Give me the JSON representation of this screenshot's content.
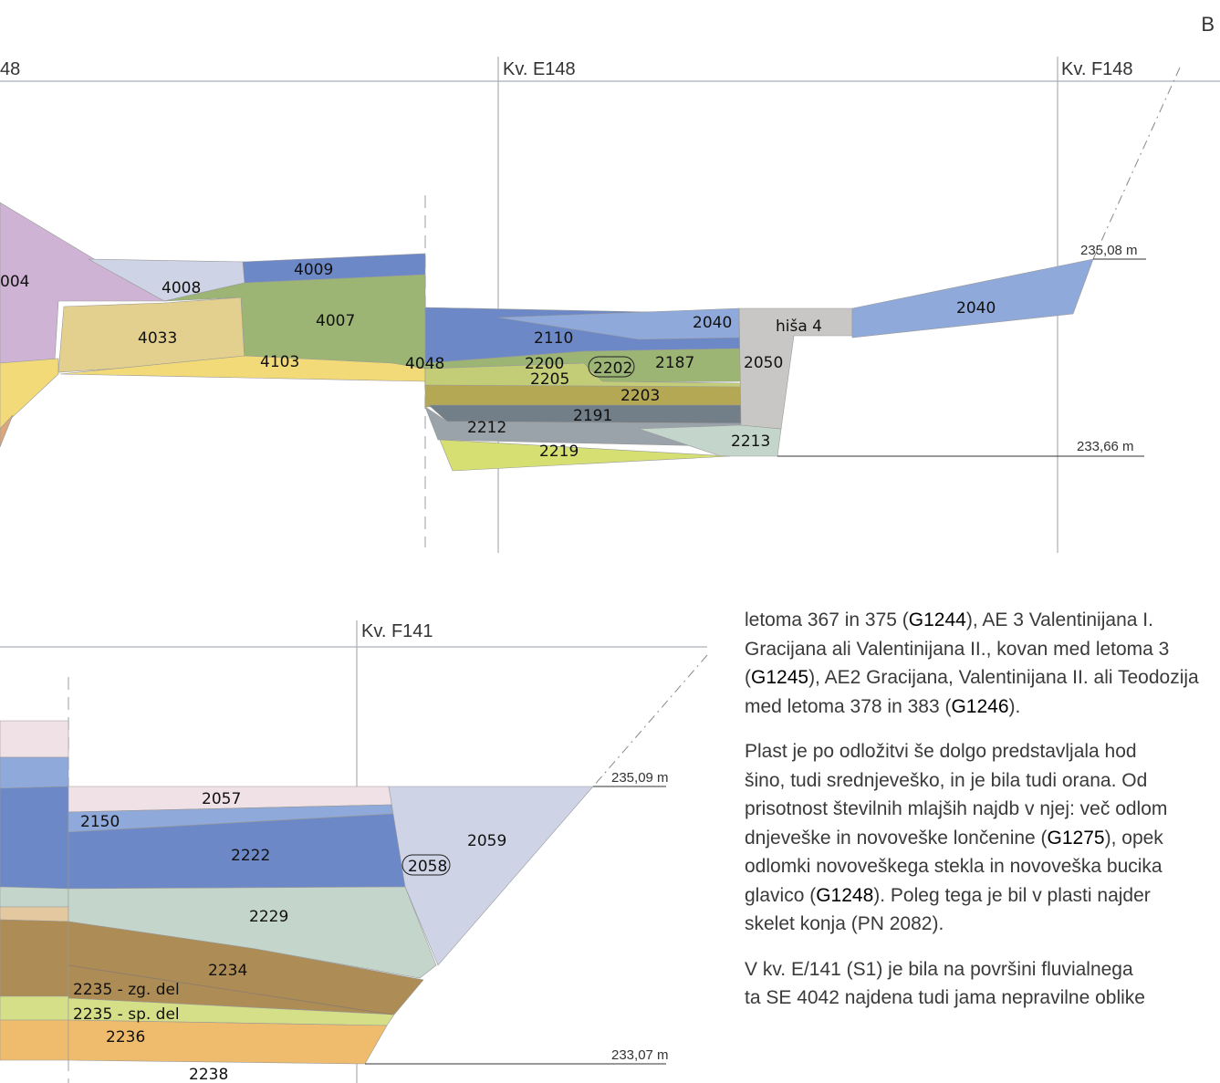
{
  "corner_letter": "B",
  "top_profile": {
    "grid_labels": [
      "48",
      "Kv. E148",
      "Kv. F148"
    ],
    "elevations": [
      "235,08 m",
      "233,66 m"
    ],
    "layers": [
      {
        "id": "004",
        "color": "#cfb3d4"
      },
      {
        "id": "4008",
        "color": "#cfd3e6"
      },
      {
        "id": "4009",
        "color": "#6d88c6"
      },
      {
        "id": "4007",
        "color": "#9cb574"
      },
      {
        "id": "4033",
        "color": "#e3d08e"
      },
      {
        "id": "4103",
        "color": "#f3da78"
      },
      {
        "id": "4048",
        "color": "#9cb574"
      },
      {
        "id": "2110",
        "color": "#6d88c6"
      },
      {
        "id": "2040",
        "color": "#8ea9da"
      },
      {
        "id": "hiša 4",
        "color": "#c8c7c5"
      },
      {
        "id": "2050",
        "color": "#c8c7c5"
      },
      {
        "id": "2200",
        "color": "#c3cc77"
      },
      {
        "id": "2205",
        "color": "#c3cc77"
      },
      {
        "id": "2202",
        "color": "#9cb574"
      },
      {
        "id": "2187",
        "color": "#9cb574"
      },
      {
        "id": "2203",
        "color": "#b5a855"
      },
      {
        "id": "2191",
        "color": "#727f89"
      },
      {
        "id": "2212",
        "color": "#9aa3aa"
      },
      {
        "id": "2213",
        "color": "#c4d6cc"
      },
      {
        "id": "2219",
        "color": "#d5df72"
      }
    ]
  },
  "bottom_profile": {
    "grid_labels": [
      "Kv. F141"
    ],
    "elevations": [
      "235,09 m",
      "233,07 m"
    ],
    "layers": [
      {
        "id": "2057",
        "color": "#efe1e6"
      },
      {
        "id": "2150",
        "color": "#8ea9da"
      },
      {
        "id": "2222",
        "color": "#6d88c6"
      },
      {
        "id": "2058",
        "color": "#cfd3e6"
      },
      {
        "id": "2059",
        "color": "#cfd3e6"
      },
      {
        "id": "2229",
        "color": "#c4d6cc"
      },
      {
        "id": "2234",
        "color": "#ad8c55"
      },
      {
        "id": "2235 - zg. del",
        "color": "#ad8c55"
      },
      {
        "id": "2235 - sp. del",
        "color": "#d5df88"
      },
      {
        "id": "2236",
        "color": "#eebc6c"
      },
      {
        "id": "2238",
        "color": "#eebc6c"
      }
    ]
  },
  "text": {
    "paragraphs": [
      [
        "letoma 367 in 375 (",
        "G1244",
        "), AE 3 Valentinijana I."
      ],
      [
        "Gracijana ali Valentinijana II., kovan med letoma 3"
      ],
      [
        "(",
        "G1245",
        "), AE2 Gracijana, Valentinijana II. ali Teodozija"
      ],
      [
        "med letoma 378 in 383 (",
        "G1246",
        ")."
      ],
      [
        "Plast je po odložitvi še dolgo predstavljala hod"
      ],
      [
        "šino, tudi srednjeveško, in je bila tudi orana. Od"
      ],
      [
        "prisotnost številnih mlajših najdb v njej: več odlom"
      ],
      [
        "dnjeveške in novoveške lončenine (",
        "G1275",
        "), opek"
      ],
      [
        "odlomki novoveškega stekla in novoveška bucika"
      ],
      [
        "glavico (",
        "G1248",
        "). Poleg tega je bil v plasti najder"
      ],
      [
        "skelet konja (PN 2082)."
      ],
      [
        "V kv. E/141 (S1) je bila na površini fluvialnega"
      ],
      [
        "ta SE 4042 najdena tudi jama nepravilne oblike"
      ]
    ]
  }
}
